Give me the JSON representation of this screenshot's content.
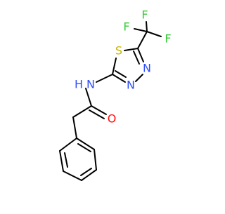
{
  "molecule": {
    "atom_labels": {
      "f_top": "F",
      "f_left": "F",
      "f_right": "F",
      "sulfur": "S",
      "n_ring_right": "N",
      "n_ring_bottom": "N",
      "n_amide": "N",
      "h_amide": "H",
      "oxygen": "O"
    },
    "colors": {
      "bond": "#000000",
      "fluorine": "#33cc33",
      "sulfur": "#c8b400",
      "nitrogen": "#3050f8",
      "oxygen": "#ff0d0d"
    }
  }
}
